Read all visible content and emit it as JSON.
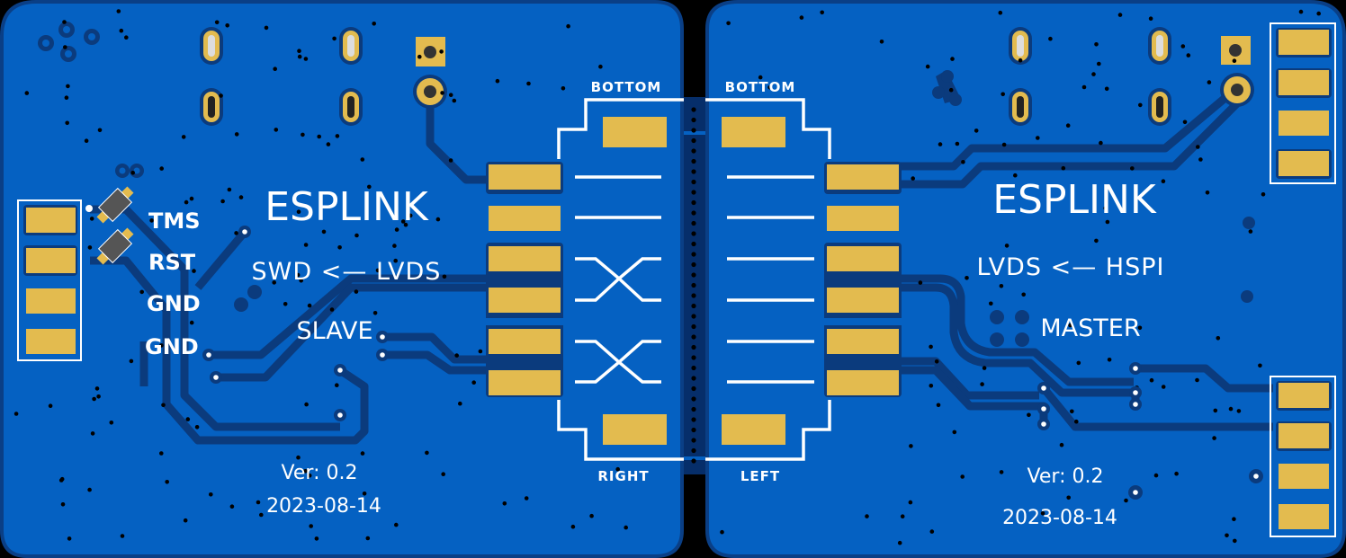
{
  "colors": {
    "background": "#000000",
    "board": "#0561c2",
    "board_edge": "#0a3f86",
    "trace": "#0b3b7d",
    "pad_gold": "#e3bb4f",
    "silkscreen": "#ffffff",
    "via_dot": "#000000",
    "mousebite": "#062e6a"
  },
  "left_board": {
    "title": "ESPLINK",
    "direction": "SWD <— LVDS",
    "role": "SLAVE",
    "version": "Ver: 0.2",
    "date": "2023-08-14",
    "pin_labels": [
      "TMS",
      "RST",
      "GND",
      "GND"
    ],
    "edge_labels": {
      "top": "BOTTOM",
      "bottom": "RIGHT"
    }
  },
  "right_board": {
    "title": "ESPLINK",
    "direction": "LVDS <— HSPI",
    "role": "MASTER",
    "version": "Ver: 0.2",
    "date": "2023-08-14",
    "edge_labels": {
      "top": "BOTTOM",
      "bottom": "LEFT"
    }
  }
}
